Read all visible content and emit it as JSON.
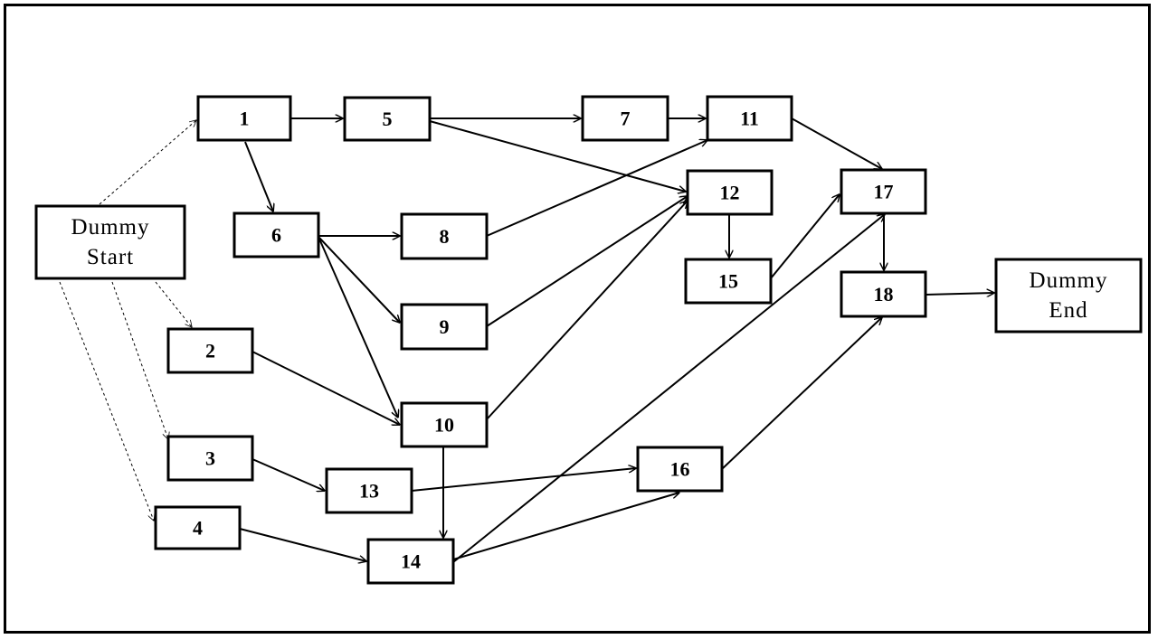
{
  "nodes": [
    {
      "id": "start",
      "lines": [
        "Dummy",
        "Start"
      ]
    },
    {
      "id": "1",
      "lines": [
        "1"
      ]
    },
    {
      "id": "2",
      "lines": [
        "2"
      ]
    },
    {
      "id": "3",
      "lines": [
        "3"
      ]
    },
    {
      "id": "4",
      "lines": [
        "4"
      ]
    },
    {
      "id": "5",
      "lines": [
        "5"
      ]
    },
    {
      "id": "6",
      "lines": [
        "6"
      ]
    },
    {
      "id": "7",
      "lines": [
        "7"
      ]
    },
    {
      "id": "8",
      "lines": [
        "8"
      ]
    },
    {
      "id": "9",
      "lines": [
        "9"
      ]
    },
    {
      "id": "10",
      "lines": [
        "10"
      ]
    },
    {
      "id": "11",
      "lines": [
        "11"
      ]
    },
    {
      "id": "12",
      "lines": [
        "12"
      ]
    },
    {
      "id": "13",
      "lines": [
        "13"
      ]
    },
    {
      "id": "14",
      "lines": [
        "14"
      ]
    },
    {
      "id": "15",
      "lines": [
        "15"
      ]
    },
    {
      "id": "16",
      "lines": [
        "16"
      ]
    },
    {
      "id": "17",
      "lines": [
        "17"
      ]
    },
    {
      "id": "18",
      "lines": [
        "18"
      ]
    },
    {
      "id": "end",
      "lines": [
        "Dummy",
        "End"
      ]
    }
  ],
  "edges": [
    {
      "from": "start",
      "to": "1",
      "dashed": true
    },
    {
      "from": "start",
      "to": "2",
      "dashed": true
    },
    {
      "from": "start",
      "to": "3",
      "dashed": true
    },
    {
      "from": "start",
      "to": "4",
      "dashed": true
    },
    {
      "from": "1",
      "to": "5"
    },
    {
      "from": "1",
      "to": "6"
    },
    {
      "from": "5",
      "to": "7"
    },
    {
      "from": "5",
      "to": "12"
    },
    {
      "from": "7",
      "to": "11"
    },
    {
      "from": "6",
      "to": "8"
    },
    {
      "from": "6",
      "to": "9"
    },
    {
      "from": "6",
      "to": "10"
    },
    {
      "from": "8",
      "to": "11"
    },
    {
      "from": "9",
      "to": "12"
    },
    {
      "from": "2",
      "to": "10"
    },
    {
      "from": "10",
      "to": "12"
    },
    {
      "from": "10",
      "to": "14"
    },
    {
      "from": "3",
      "to": "13"
    },
    {
      "from": "13",
      "to": "16"
    },
    {
      "from": "4",
      "to": "14"
    },
    {
      "from": "14",
      "to": "16"
    },
    {
      "from": "14",
      "to": "17"
    },
    {
      "from": "11",
      "to": "17"
    },
    {
      "from": "12",
      "to": "15"
    },
    {
      "from": "15",
      "to": "17"
    },
    {
      "from": "16",
      "to": "18"
    },
    {
      "from": "17",
      "to": "18"
    },
    {
      "from": "18",
      "to": "end"
    }
  ]
}
